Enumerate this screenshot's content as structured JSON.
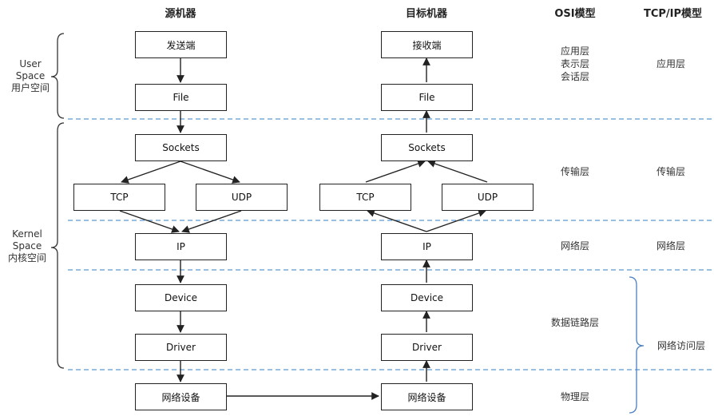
{
  "headers": {
    "source": "源机器",
    "target": "目标机器",
    "osi": "OSI模型",
    "tcpip": "TCP/IP模型"
  },
  "sides": {
    "user_space": [
      "User",
      "Space",
      "用户空间"
    ],
    "kernel_space": [
      "Kernel",
      "Space",
      "内核空间"
    ]
  },
  "source_boxes": {
    "send": "发送端",
    "file": "File",
    "sockets": "Sockets",
    "tcp": "TCP",
    "udp": "UDP",
    "ip": "IP",
    "device": "Device",
    "driver": "Driver",
    "net_device": "网络设备"
  },
  "target_boxes": {
    "recv": "接收端",
    "file": "File",
    "sockets": "Sockets",
    "tcp": "TCP",
    "udp": "UDP",
    "ip": "IP",
    "device": "Device",
    "driver": "Driver",
    "net_device": "网络设备"
  },
  "osi_layers": {
    "upper": [
      "应用层",
      "表示层",
      "会话层"
    ],
    "transport": "传输层",
    "network": "网络层",
    "datalink": "数据链路层",
    "physical": "物理层"
  },
  "tcpip_layers": {
    "application": "应用层",
    "transport": "传输层",
    "network": "网络层",
    "access": "网络访问层"
  },
  "colors": {
    "dashed_separator": "#5b9bd5",
    "bracket_right": "#4a7fc1",
    "bracket_left": "#333333"
  }
}
